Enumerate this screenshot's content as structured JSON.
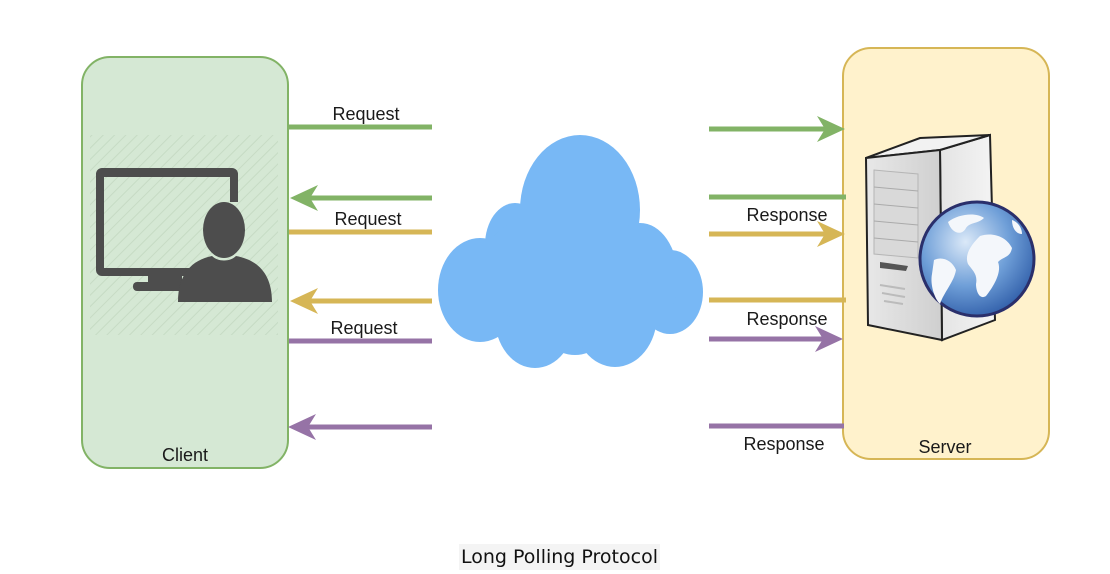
{
  "title": "Long Polling Protocol",
  "colors": {
    "client_fill": "#d5e8d4",
    "client_stroke": "#82b366",
    "server_fill": "#fff2cc",
    "server_stroke": "#d6b656",
    "cloud": "#78b8f5",
    "green": "#82b366",
    "yellow": "#d6b656",
    "purple": "#9673a6",
    "icon_dark": "#4d4d4d"
  },
  "client": {
    "label": "Client",
    "icon": "user-computer-icon"
  },
  "server": {
    "label": "Server",
    "icon": "web-server-globe-icon"
  },
  "network": {
    "icon": "cloud-icon"
  },
  "messages": [
    {
      "pair": 1,
      "color": "green",
      "client_side": {
        "direction": "to-network",
        "label": "Request"
      },
      "server_side": {
        "direction": "to-server",
        "label": ""
      }
    },
    {
      "pair": 1,
      "color": "green",
      "client_side": {
        "direction": "to-client",
        "label": ""
      },
      "server_side": {
        "direction": "from-server",
        "label": "Response"
      }
    },
    {
      "pair": 2,
      "color": "yellow",
      "client_side": {
        "direction": "to-network",
        "label": "Request"
      },
      "server_side": {
        "direction": "to-server",
        "label": ""
      }
    },
    {
      "pair": 2,
      "color": "yellow",
      "client_side": {
        "direction": "to-client",
        "label": ""
      },
      "server_side": {
        "direction": "from-server",
        "label": "Response"
      }
    },
    {
      "pair": 3,
      "color": "purple",
      "client_side": {
        "direction": "to-network",
        "label": "Request"
      },
      "server_side": {
        "direction": "to-server",
        "label": ""
      }
    },
    {
      "pair": 3,
      "color": "purple",
      "client_side": {
        "direction": "to-client",
        "label": ""
      },
      "server_side": {
        "direction": "from-server",
        "label": "Response"
      }
    }
  ],
  "labels": {
    "req1": "Request",
    "req2": "Request",
    "req3": "Request",
    "res1": "Response",
    "res2": "Response",
    "res3": "Response"
  }
}
